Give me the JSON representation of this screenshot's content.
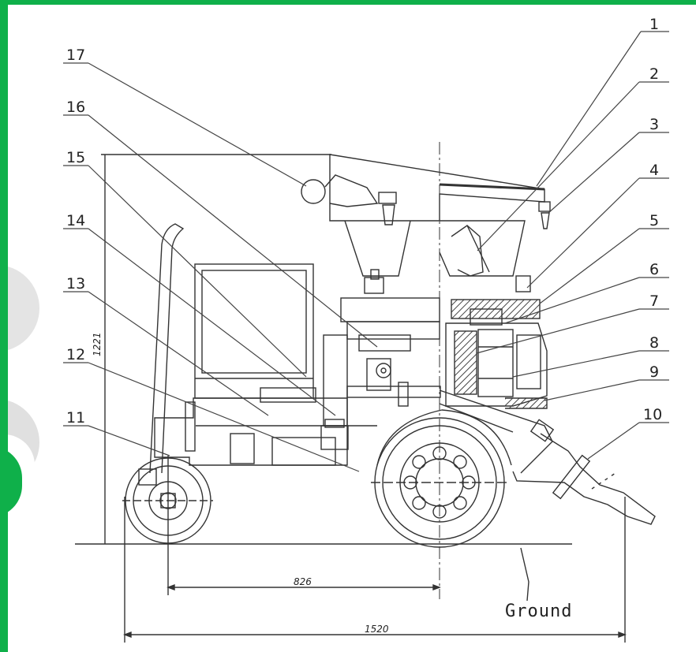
{
  "labels": [
    "1",
    "2",
    "3",
    "4",
    "5",
    "6",
    "7",
    "8",
    "9",
    "10",
    "11",
    "12",
    "13",
    "14",
    "15",
    "16",
    "17"
  ],
  "dimensions": {
    "height": "1221",
    "wheelbase": "826",
    "overall_length": "1520"
  },
  "ground_label": "Ground",
  "colors": {
    "frame": "#0fb04a",
    "line": "#333333",
    "hatch": "#555555"
  }
}
